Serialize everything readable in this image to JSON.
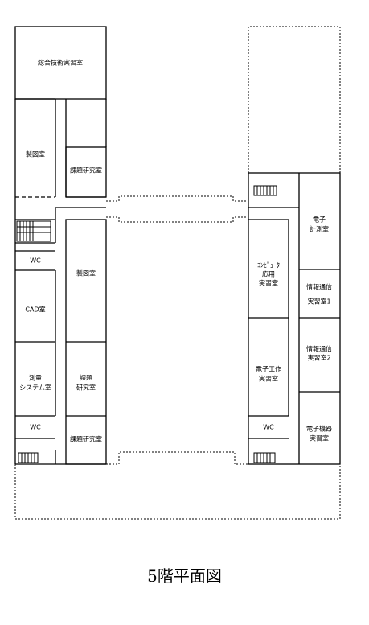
{
  "caption": "5階平面図",
  "rooms": {
    "sougou_gijutsu": "総合技術実習室",
    "seizu_left": "製図室",
    "kadai_kenkyu_top": "課題研究室",
    "wc_left_upper": "WC",
    "cad": "CAD室",
    "sokuryo_line1": "測量",
    "sokuryo_line2": "システム室",
    "wc_left_lower": "WC",
    "seizu_center": "製図室",
    "kadai_line1": "課題",
    "kadai_line2": "研究室",
    "kadai_kenkyu_bottom": "課題研究室",
    "computer_line1": "ｺﾝﾋﾟｭｰﾀ",
    "computer_line2": "応用",
    "computer_line3": "実習室",
    "denshi_kosaku_line1": "電子工作",
    "denshi_kosaku_line2": "実習室",
    "wc_right": "WC",
    "denshi_keisoku_line1": "電子",
    "denshi_keisoku_line2": "計測室",
    "joho1_line1": "情報通信",
    "joho1_line2": "実習室1",
    "joho2_line1": "情報通信",
    "joho2_line2": "実習室2",
    "denshi_kiki_line1": "電子機器",
    "denshi_kiki_line2": "実習室"
  }
}
